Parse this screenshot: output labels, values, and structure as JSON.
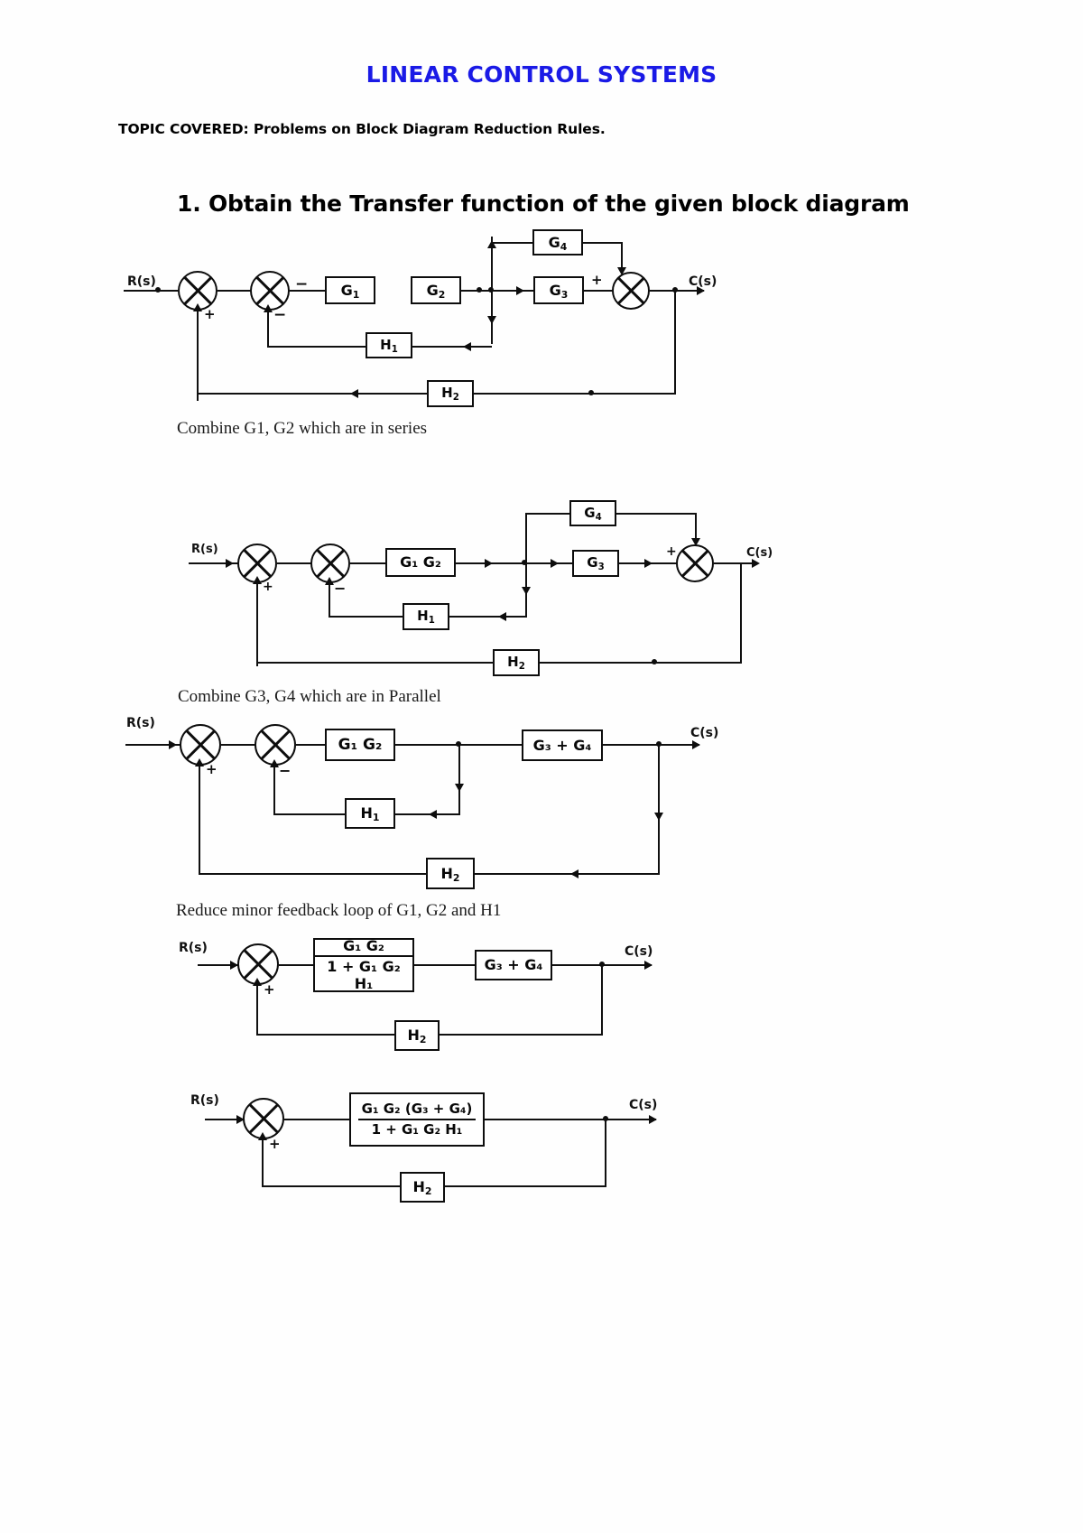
{
  "document": {
    "title": "LINEAR CONTROL SYSTEMS",
    "title_color": "#1a1ae6",
    "topic_label": "TOPIC COVERED:",
    "topic_text": "Problems on Block Diagram Reduction Rules.",
    "question": "1. Obtain the Transfer function of the given block diagram",
    "ink_color": "#0d0d0d",
    "background_color": "#ffffff"
  },
  "captions": {
    "step1": "Combine G1, G2 which are in series",
    "step2": "Combine G3, G4 which are in Parallel",
    "step3": "Reduce minor feedback loop of G1, G2 and H1"
  },
  "signals": {
    "input": "R(s)",
    "output": "C(s)",
    "plus": "+",
    "minus": "−"
  },
  "diagram1": {
    "name": "original-block-diagram",
    "blocks": [
      {
        "id": "g1",
        "label": "G",
        "sub": "1"
      },
      {
        "id": "g2",
        "label": "G",
        "sub": "2"
      },
      {
        "id": "g3",
        "label": "G",
        "sub": "3"
      },
      {
        "id": "g4",
        "label": "G",
        "sub": "4"
      },
      {
        "id": "h1",
        "label": "H",
        "sub": "1"
      },
      {
        "id": "h2",
        "label": "H",
        "sub": "2"
      }
    ],
    "summers": [
      {
        "id": "s1",
        "signs": [
          "+"
        ]
      },
      {
        "id": "s2",
        "signs": [
          "−",
          "−"
        ]
      },
      {
        "id": "s3",
        "signs": [
          "+"
        ]
      }
    ],
    "input": "R(s)",
    "output": "C(s)"
  },
  "diagram2": {
    "name": "series-combined-block-diagram",
    "blocks": [
      {
        "id": "g1g2",
        "label": "G₁ G₂"
      },
      {
        "id": "g3",
        "label": "G",
        "sub": "3"
      },
      {
        "id": "g4",
        "label": "G",
        "sub": "4"
      },
      {
        "id": "h1",
        "label": "H",
        "sub": "1"
      },
      {
        "id": "h2",
        "label": "H",
        "sub": "2"
      }
    ],
    "input": "R(s)",
    "output": "C(s)"
  },
  "diagram3": {
    "name": "parallel-combined-block-diagram",
    "blocks": [
      {
        "id": "g1g2",
        "label": "G₁ G₂"
      },
      {
        "id": "g3g4",
        "label": "G₃ + G₄"
      },
      {
        "id": "h1",
        "label": "H",
        "sub": "1"
      },
      {
        "id": "h2",
        "label": "H",
        "sub": "2"
      }
    ],
    "input": "R(s)",
    "output": "C(s)"
  },
  "diagram4": {
    "name": "minor-loop-reduced-block-diagram",
    "blocks": [
      {
        "id": "loop",
        "numerator": "G₁ G₂",
        "denominator": "1 + G₁ G₂ H₁"
      },
      {
        "id": "g3g4",
        "label": "G₃ + G₄"
      },
      {
        "id": "h2",
        "label": "H",
        "sub": "2"
      }
    ],
    "input": "R(s)",
    "output": "C(s)"
  },
  "diagram5": {
    "name": "final-forward-path-block-diagram",
    "blocks": [
      {
        "id": "forward",
        "numerator": "G₁ G₂ (G₃ + G₄)",
        "denominator": "1 + G₁ G₂ H₁"
      },
      {
        "id": "h2",
        "label": "H",
        "sub": "2"
      }
    ],
    "input": "R(s)",
    "output": "C(s)"
  }
}
